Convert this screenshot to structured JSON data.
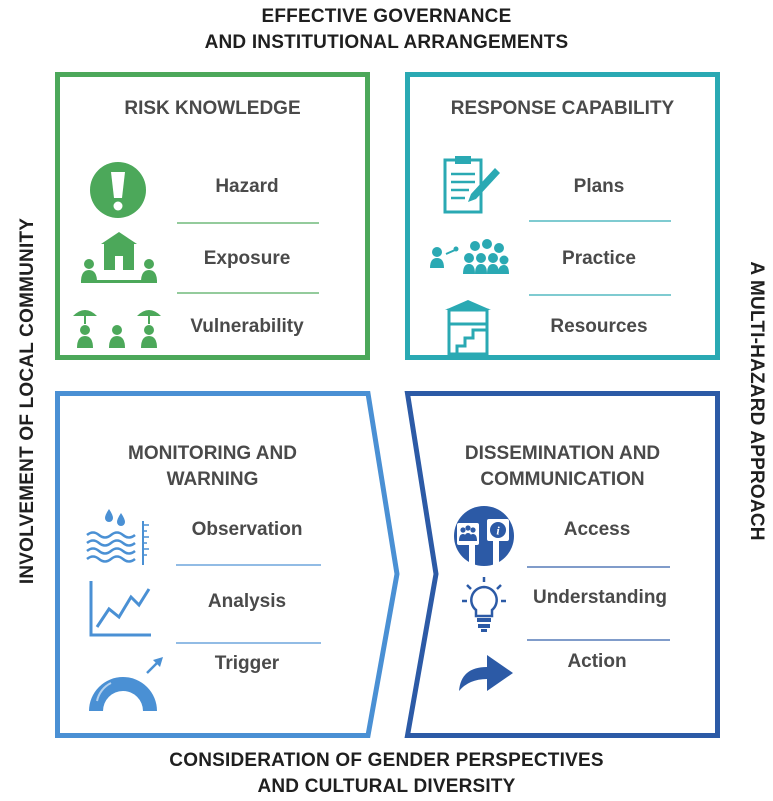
{
  "header": {
    "line1": "EFFECTIVE GOVERNANCE",
    "line2": "AND INSTITUTIONAL ARRANGEMENTS"
  },
  "footer": {
    "line1": "CONSIDERATION OF GENDER PERSPECTIVES",
    "line2": "AND CULTURAL DIVERSITY"
  },
  "left_side": "INVOLVEMENT OF LOCAL COMMUNITY",
  "right_side": "A MULTI-HAZARD APPROACH",
  "colors": {
    "risk": "#4ca85a",
    "response": "#2aa9b3",
    "monitoring": "#4a90d4",
    "dissemination": "#2c5aa6"
  },
  "panels": {
    "risk": {
      "title": "RISK KNOWLEDGE",
      "items": [
        {
          "label": "Hazard",
          "icon": "exclamation-circle-icon"
        },
        {
          "label": "Exposure",
          "icon": "house-people-icon"
        },
        {
          "label": "Vulnerability",
          "icon": "people-umbrella-icon"
        }
      ]
    },
    "response": {
      "title": "RESPONSE CAPABILITY",
      "items": [
        {
          "label": "Plans",
          "icon": "clipboard-pen-icon"
        },
        {
          "label": "Practice",
          "icon": "group-training-icon"
        },
        {
          "label": "Resources",
          "icon": "shelter-stairs-icon"
        }
      ]
    },
    "monitoring": {
      "title_line1": "MONITORING AND",
      "title_line2": "WARNING",
      "items": [
        {
          "label": "Observation",
          "icon": "rain-waves-gauge-icon"
        },
        {
          "label": "Analysis",
          "icon": "line-graph-icon"
        },
        {
          "label": "Trigger",
          "icon": "gauge-arrow-icon"
        }
      ]
    },
    "dissemination": {
      "title_line1": "DISSEMINATION AND",
      "title_line2": "COMMUNICATION",
      "items": [
        {
          "label": "Access",
          "icon": "people-info-icon"
        },
        {
          "label": "Understanding",
          "icon": "lightbulb-icon"
        },
        {
          "label": "Action",
          "icon": "arrow-right-icon"
        }
      ]
    }
  }
}
